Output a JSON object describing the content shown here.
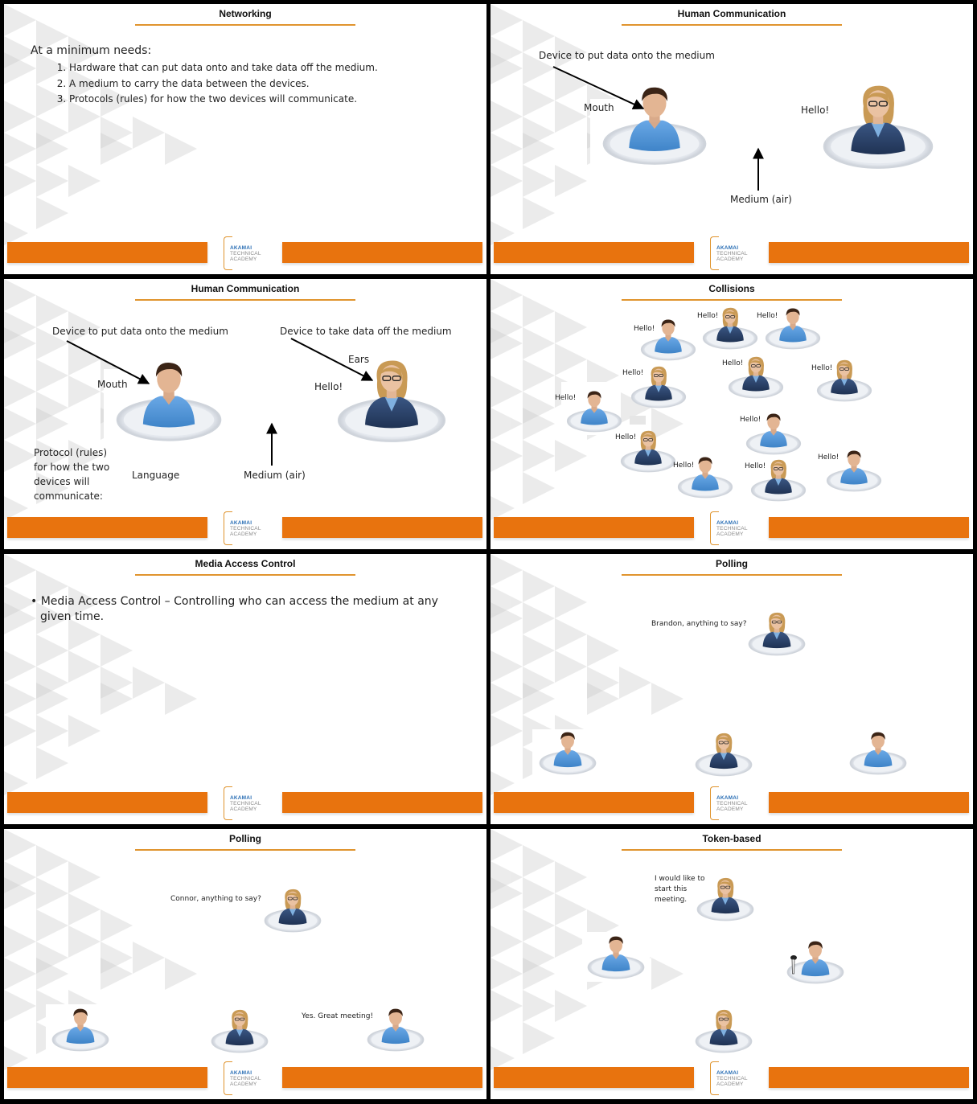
{
  "logo": {
    "line1": "AKAMAI",
    "line2": "TECHNICAL",
    "line3": "ACADEMY"
  },
  "colors": {
    "bar": "#e8730e",
    "rule": "#e0942e",
    "logo_blue": "#2b6fb5",
    "shirt_blue": "#4f95d8",
    "suit_navy": "#2b3f63"
  },
  "slides": [
    {
      "title": "Networking",
      "lead": "At a minimum needs:",
      "items": [
        "Hardware that can put data onto and take data off the medium.",
        "A medium to carry the data between the devices.",
        "Protocols (rules) for how the two devices will communicate."
      ]
    },
    {
      "title": "Human Communication",
      "device_put": "Device to put data onto the medium",
      "mouth": "Mouth",
      "hello": "Hello!",
      "medium": "Medium (air)"
    },
    {
      "title": "Human Communication",
      "device_put": "Device to put data onto the medium",
      "device_take": "Device to take data off the medium",
      "mouth": "Mouth",
      "ears": "Ears",
      "hello": "Hello!",
      "protocol": [
        "Protocol (rules)",
        "for how the two",
        "devices will",
        "communicate:"
      ],
      "language": "Language",
      "medium": "Medium (air)"
    },
    {
      "title": "Collisions",
      "hello": "Hello!"
    },
    {
      "title": "Media Access Control",
      "bullet": "Media Access Control – Controlling who can access the medium at any",
      "bullet_cont": "given time."
    },
    {
      "title": "Polling",
      "question": "Brandon, anything to say?"
    },
    {
      "title": "Polling",
      "question": "Connor, anything to say?",
      "answer": "Yes. Great meeting!"
    },
    {
      "title": "Token-based",
      "speech": [
        "I would like to",
        "start this",
        "meeting."
      ]
    }
  ]
}
